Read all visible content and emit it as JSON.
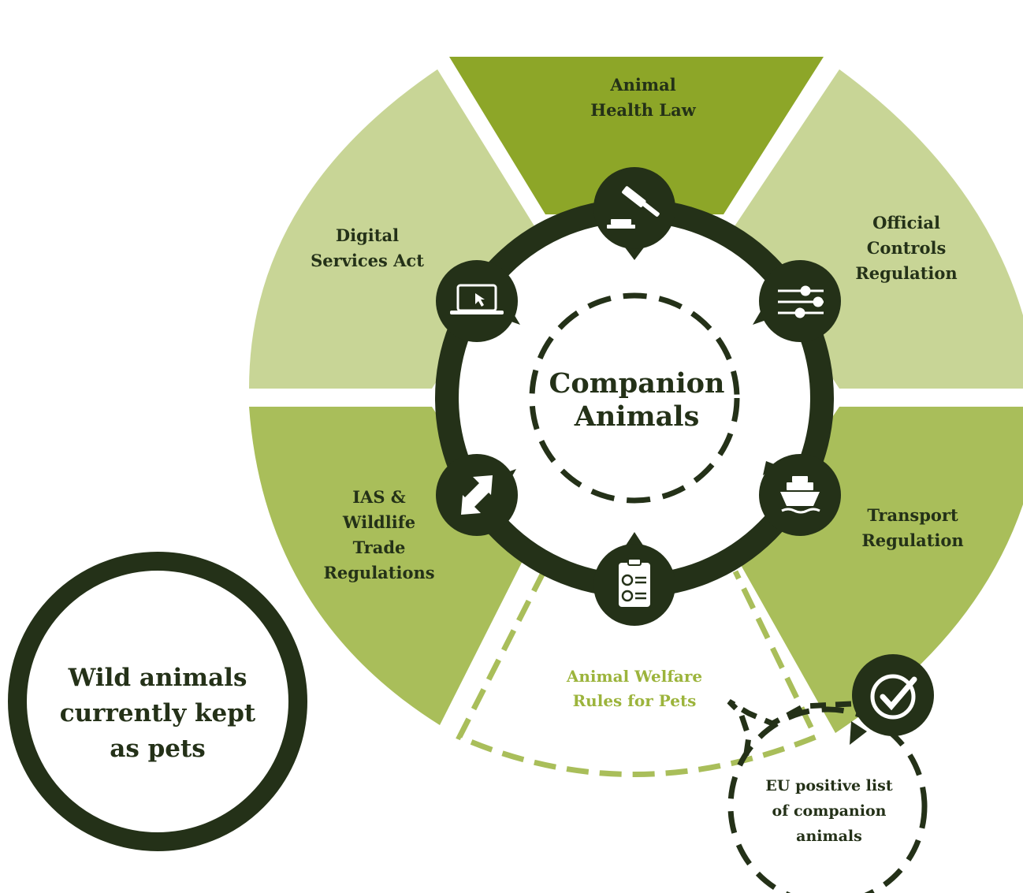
{
  "center": {
    "line1": "Companion",
    "line2": "Animals"
  },
  "sectors": {
    "animal_health": {
      "line1": "Animal",
      "line2": "Health Law",
      "icon": "gavel-icon"
    },
    "official_controls": {
      "line1": "Official",
      "line2": "Controls",
      "line3": "Regulation",
      "icon": "sliders-icon"
    },
    "transport": {
      "line1": "Transport",
      "line2": "Regulation",
      "icon": "ship-icon"
    },
    "welfare": {
      "line1": "Animal Welfare",
      "line2": "Rules for Pets",
      "icon": "checklist-icon"
    },
    "ias": {
      "line1": "IAS &",
      "line2": "Wildlife",
      "line3": "Trade",
      "line4": "Regulations",
      "icon": "arrows-exchange-icon"
    },
    "digital": {
      "line1": "Digital",
      "line2": "Services Act",
      "icon": "laptop-icon"
    }
  },
  "wild": {
    "line1": "Wild animals",
    "line2": "currently kept",
    "line3": "as pets"
  },
  "positive_list": {
    "line1": "EU positive list",
    "line2": "of companion",
    "line3": "animals",
    "icon": "checkmark-circle-icon"
  },
  "colors": {
    "dark": "#243118",
    "olive": "#8da628",
    "mid": "#a9be5a",
    "light": "#c8d596",
    "welfare_text": "#9cb43c"
  }
}
